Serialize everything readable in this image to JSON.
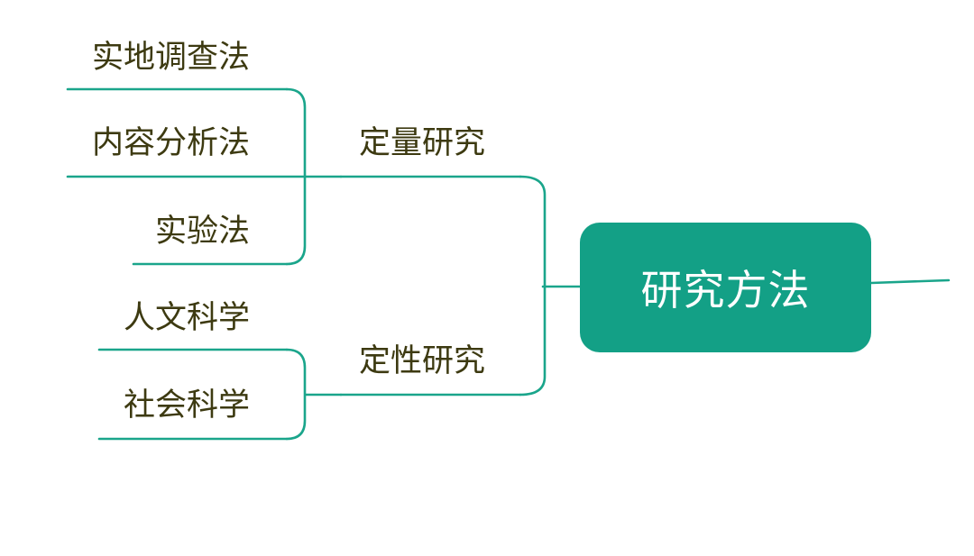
{
  "root": {
    "label": "研究方法"
  },
  "branches": [
    {
      "label": "定量研究",
      "children": [
        "实地调查法",
        "内容分析法",
        "实验法"
      ]
    },
    {
      "label": "定性研究",
      "children": [
        "人文科学",
        "社会科学"
      ]
    }
  ],
  "colors": {
    "node_fill": "#13a086",
    "connector": "#1aa58b",
    "text": "#3d3a11",
    "node_text": "#ffffff"
  }
}
